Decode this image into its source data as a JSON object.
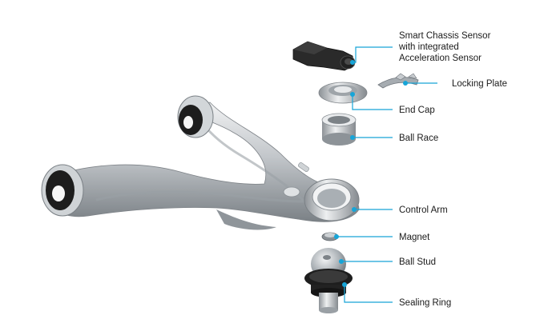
{
  "colors": {
    "leader": "#17a5d8",
    "metal_light": "#e6e8ea",
    "metal_mid": "#b3b8bd",
    "metal_dark": "#6f757b",
    "rubber": "#1c1c1c"
  },
  "callouts": {
    "smart_chassis_sensor": [
      "Smart Chassis Sensor",
      "with integrated",
      "Acceleration Sensor"
    ],
    "locking_plate": "Locking Plate",
    "end_cap": "End Cap",
    "ball_race": "Ball Race",
    "control_arm": "Control Arm",
    "magnet": "Magnet",
    "ball_stud": "Ball Stud",
    "sealing_ring": "Sealing Ring"
  }
}
